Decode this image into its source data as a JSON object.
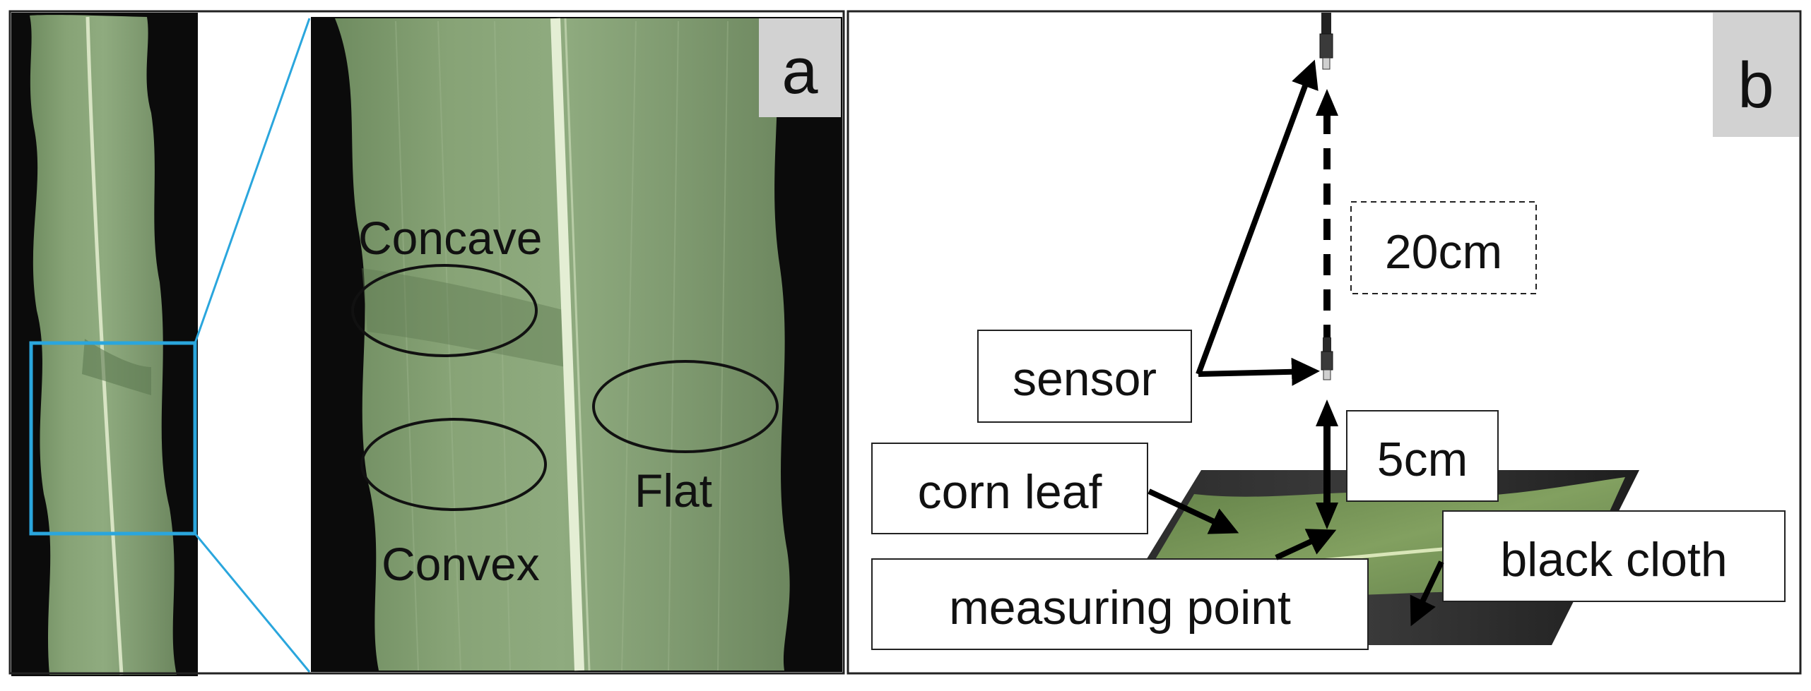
{
  "panel_a": {
    "letter": "a",
    "labels": {
      "concave": "Concave",
      "convex": "Convex",
      "flat": "Flat"
    }
  },
  "panel_b": {
    "letter": "b",
    "labels": {
      "distance_far": "20cm",
      "distance_near": "5cm",
      "sensor": "sensor",
      "corn_leaf": "corn leaf",
      "measuring_point": "measuring point",
      "black_cloth": "black cloth"
    }
  },
  "colors": {
    "zoom_box": "#2aa6dd",
    "leaf": "#7e9a6e",
    "background": "#0b0b0b",
    "label_tab": "#d2d2d2"
  }
}
